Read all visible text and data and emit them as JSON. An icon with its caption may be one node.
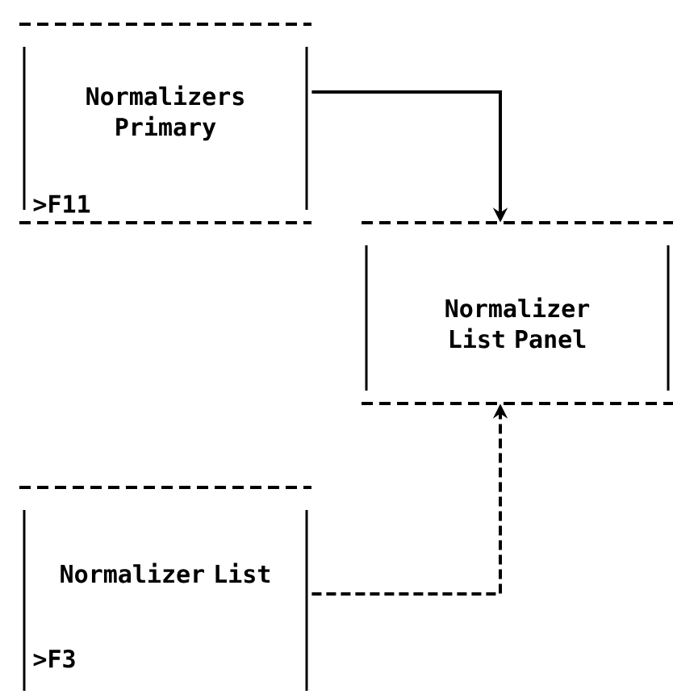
{
  "diagram": {
    "nodes": [
      {
        "text": [
          "Normalizers Primary",
          ">F11"
        ]
      },
      {
        "text": [
          "Normalizer List Panel"
        ]
      },
      {
        "text": [
          "Normalizer List",
          ">F3"
        ]
      }
    ],
    "edges": [
      {
        "from": 0,
        "to": 1,
        "arrow": "to"
      },
      {
        "from": 2,
        "to": 1,
        "arrow": "to",
        "style": "dashed"
      }
    ]
  }
}
